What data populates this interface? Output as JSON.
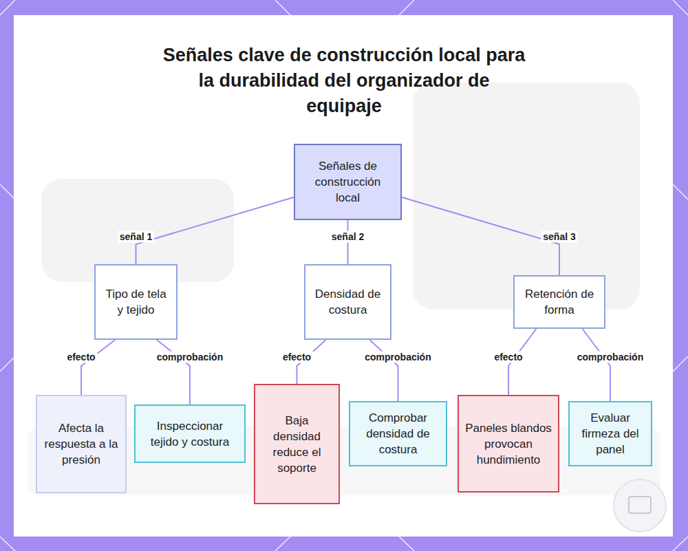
{
  "diagram": {
    "title": "Señales clave de construcción local para la durabilidad del organizador de equipaje",
    "nodes": [
      {
        "text": [
          "Señales de construcción local"
        ]
      },
      {
        "text": [
          "Tipo de tela y tejido"
        ]
      },
      {
        "text": [
          "Densidad de costura"
        ]
      },
      {
        "text": [
          "Retención de forma"
        ]
      },
      {
        "text": [
          "Afecta la respuesta a la presión"
        ]
      },
      {
        "text": [
          "Inspeccionar tejido y costura"
        ]
      },
      {
        "text": [
          "Baja densidad reduce el soporte"
        ]
      },
      {
        "text": [
          "Comprobar densidad de costura"
        ]
      },
      {
        "text": [
          "Paneles blandos provocan hundimiento"
        ]
      },
      {
        "text": [
          "Evaluar firmeza del panel"
        ]
      }
    ],
    "edges": [
      {
        "from": 0,
        "to": 1,
        "label": "señal 1",
        "arrow": "none"
      },
      {
        "from": 0,
        "to": 2,
        "label": "señal 2",
        "arrow": "none"
      },
      {
        "from": 0,
        "to": 3,
        "label": "señal 3",
        "arrow": "none"
      },
      {
        "from": 1,
        "to": 4,
        "label": "efecto",
        "arrow": "none"
      },
      {
        "from": 1,
        "to": 5,
        "label": "comprobación",
        "arrow": "none"
      },
      {
        "from": 2,
        "to": 6,
        "label": "efecto",
        "arrow": "none"
      },
      {
        "from": 2,
        "to": 7,
        "label": "comprobación",
        "arrow": "none"
      },
      {
        "from": 3,
        "to": 8,
        "label": "efecto",
        "arrow": "none"
      },
      {
        "from": 3,
        "to": 9,
        "label": "comprobación",
        "arrow": "none"
      }
    ]
  }
}
